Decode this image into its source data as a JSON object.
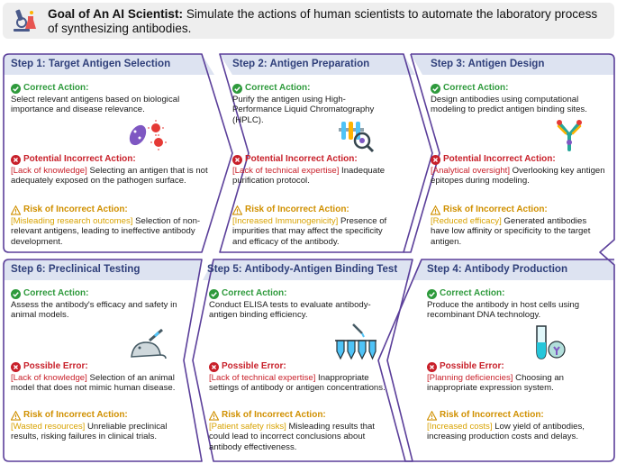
{
  "goal": {
    "label": "Goal of An AI Scientist:",
    "text": " Simulate the actions of human scientists to automate the laboratory process of synthesizing antibodies."
  },
  "steps": [
    {
      "title": "Step 1: Target Antigen Selection",
      "correct_label": "Correct Action:",
      "correct_text": "Select relevant antigens based on biological importance and disease relevance.",
      "incorrect_label": "Potential Incorrect Action:",
      "incorrect_tag": "[Lack of knowledge]",
      "incorrect_text": " Selecting an antigen that is not adequately exposed on the pathogen surface.",
      "risk_label": "Risk of Incorrect Action:",
      "risk_tag": "[Misleading research outcomes]",
      "risk_text": " Selection of non-relevant antigens, leading to ineffective antibody development."
    },
    {
      "title": "Step 2: Antigen Preparation",
      "correct_label": "Correct Action:",
      "correct_text": "Purify the antigen using High-Performance Liquid Chromatography (HPLC).",
      "incorrect_label": "Potential Incorrect Action:",
      "incorrect_tag": "[Lack of technical expertise]",
      "incorrect_text": " Inadequate purification protocol.",
      "risk_label": "Risk of Incorrect Action:",
      "risk_tag": "[Increased Immunogenicity]",
      "risk_text": " Presence of impurities that may affect the specificity and efficacy of the antibody."
    },
    {
      "title": "Step 3: Antigen Design",
      "correct_label": "Correct Action:",
      "correct_text": "Design antibodies using computational modeling to predict antigen binding sites.",
      "incorrect_label": "Potential Incorrect Action:",
      "incorrect_tag": "[Analytical oversight]",
      "incorrect_text": " Overlooking key antigen epitopes during modeling.",
      "risk_label": "Risk of Incorrect Action:",
      "risk_tag": "[Reduced efficacy]",
      "risk_text": " Generated antibodies have low affinity or specificity to the target antigen."
    },
    {
      "title": "Step 6: Preclinical Testing",
      "correct_label": "Correct Action:",
      "correct_text": "Assess the antibody's efficacy and safety in animal models.",
      "incorrect_label": "Possible Error:",
      "incorrect_tag": "[Lack of knowledge]",
      "incorrect_text": " Selection of an animal model that does not mimic human disease.",
      "risk_label": "Risk of Incorrect Action:",
      "risk_tag": "[Wasted resources]",
      "risk_text": " Unreliable preclinical results, risking failures in clinical trials."
    },
    {
      "title": "Step 5: Antibody-Antigen Binding Test",
      "correct_label": "Correct Action:",
      "correct_text": "Conduct ELISA tests to evaluate antibody-antigen binding efficiency.",
      "incorrect_label": "Possible Error:",
      "incorrect_tag": "[Lack of technical expertise]",
      "incorrect_text": " Inappropriate settings of antibody or antigen concentrations.",
      "risk_label": "Risk of Incorrect Action:",
      "risk_tag": "[Patient safety risks]",
      "risk_text": " Misleading results that could lead to incorrect conclusions about antibody effectiveness."
    },
    {
      "title": "Step 4: Antibody Production",
      "correct_label": "Correct Action:",
      "correct_text": "Produce the antibody in host cells using recombinant DNA technology.",
      "incorrect_label": "Possible Error:",
      "incorrect_tag": "[Planning deficiencies]",
      "incorrect_text": " Choosing an inappropriate expression system.",
      "risk_label": "Risk of Incorrect Action:",
      "risk_tag": "[Increased costs]",
      "risk_text": " Low yield of antibodies, increasing production costs and delays."
    }
  ],
  "colors": {
    "card_border": "#5b3f9a",
    "title_band": "#dde3f1",
    "title_text": "#2f3f7a",
    "correct": "#2e9a3c",
    "incorrect": "#c8202a",
    "risk": "#d8a200"
  }
}
